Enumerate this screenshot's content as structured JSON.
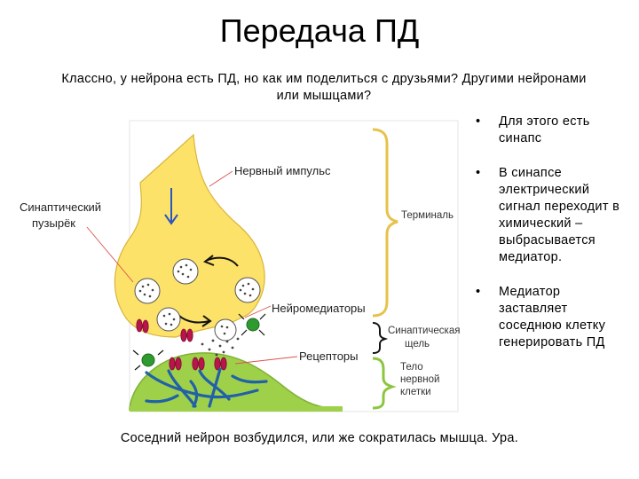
{
  "title": "Передача ПД",
  "intro": "Классно, у нейрона есть ПД, но как им поделиться с друзьями? Другими нейронами или мышцами?",
  "bullets": [
    "Для этого есть синапс",
    "В синапсе электрический сигнал переходит в химический – выбрасывается медиатор.",
    "Медиатор заставляет соседнюю клетку генерировать ПД"
  ],
  "footer": "Соседний нейрон возбудился, или же сократилась мышца. Ура.",
  "diagram": {
    "labels": {
      "nerve_impulse": "Нервный импульс",
      "vesicle_line1": "Синаптический",
      "vesicle_line2": "пузырёк",
      "terminal": "Терминаль",
      "neuromediators": "Нейромедиаторы",
      "cleft_line1": "Синаптическая",
      "cleft_line2": "щель",
      "receptors": "Рецепторы",
      "body_line1": "Тело",
      "body_line2": "нервной",
      "body_line3": "клетки"
    },
    "colors": {
      "terminal_fill": "#fde26a",
      "terminal_stroke": "#d9b43c",
      "body_fill": "#9fd04a",
      "bracket_yellow": "#e7c24a",
      "bracket_green": "#8cc63f",
      "arrow_blue": "#2b55c0",
      "receptor": "#b8154a",
      "mediator_green": "#2f9a2f",
      "nerve_blue": "#2161a8",
      "pointer_red": "#d9534f"
    }
  }
}
